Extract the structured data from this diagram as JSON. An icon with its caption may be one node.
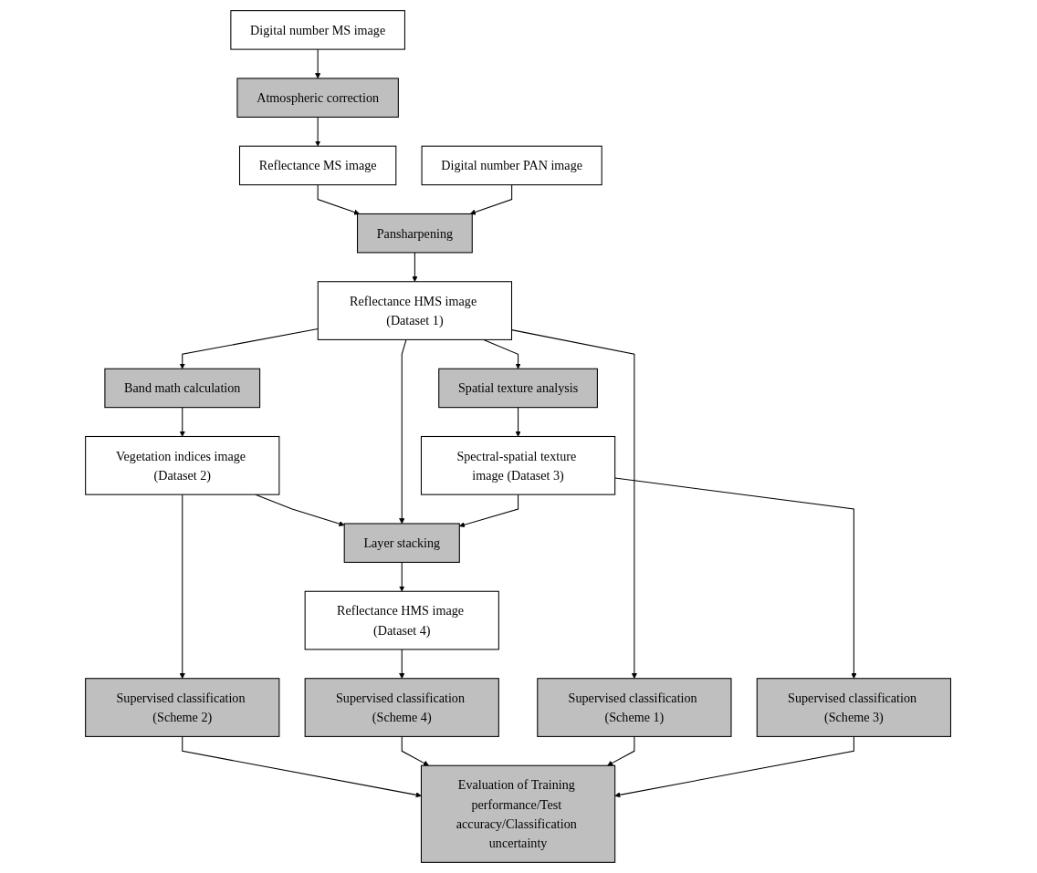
{
  "diagram": {
    "nodes": [
      {
        "text": [
          "Digital number MS image"
        ]
      },
      {
        "text": [
          "Atmospheric correction"
        ]
      },
      {
        "text": [
          "Reflectance MS image"
        ]
      },
      {
        "text": [
          "Digital number PAN image"
        ]
      },
      {
        "text": [
          "Vegetation indices image (Dataset 2)"
        ]
      },
      {
        "text": [
          "Band math calculation"
        ]
      },
      {
        "text": [
          "Reflectance HMS image (Dataset 1)"
        ]
      },
      {
        "text": [
          "Pansharpening"
        ]
      },
      {
        "text": [
          "Layer stacking"
        ]
      },
      {
        "text": [
          "Spatial texture analysis"
        ]
      },
      {
        "text": [
          "Reflectance HMS image (Dataset 4)"
        ]
      },
      {
        "text": [
          "Spectral-spatial texture image (Dataset 3)"
        ]
      },
      {
        "text": [
          "Supervised classification (Scheme 2)"
        ]
      },
      {
        "text": [
          "Supervised classification (Scheme 4)"
        ]
      },
      {
        "text": [
          "Supervised classification (Scheme 1)"
        ]
      },
      {
        "text": [
          "Supervised classification (Scheme 3)"
        ]
      },
      {
        "text": [
          "Evaluation of Training performance/Test accuracy/Classification uncertainty"
        ]
      }
    ],
    "edges": [
      {
        "from": 0,
        "to": 1,
        "arrow": "to"
      },
      {
        "from": 1,
        "to": 2,
        "arrow": "to"
      },
      {
        "from": 2,
        "to": 7,
        "arrow": "to"
      },
      {
        "from": 3,
        "to": 7,
        "arrow": "to"
      },
      {
        "from": 7,
        "to": 6,
        "arrow": "to"
      },
      {
        "from": 6,
        "to": 5,
        "arrow": "to"
      },
      {
        "from": 5,
        "to": 4,
        "arrow": "to"
      },
      {
        "from": 4,
        "to": 8,
        "arrow": "to"
      },
      {
        "from": 6,
        "to": 8,
        "arrow": "to"
      },
      {
        "from": 6,
        "to": 9,
        "arrow": "to"
      },
      {
        "from": 11,
        "to": 8,
        "arrow": "to"
      },
      {
        "from": 9,
        "to": 11,
        "arrow": "to"
      },
      {
        "from": 8,
        "to": 10,
        "arrow": "to"
      },
      {
        "from": 4,
        "to": 12,
        "arrow": "to"
      },
      {
        "from": 10,
        "to": 13,
        "arrow": "to"
      },
      {
        "from": 6,
        "to": 14,
        "arrow": "to"
      },
      {
        "from": 11,
        "to": 15,
        "arrow": "to"
      },
      {
        "from": 12,
        "to": 16,
        "arrow": "to"
      },
      {
        "from": 13,
        "to": 16,
        "arrow": "to"
      },
      {
        "from": 14,
        "to": 16,
        "arrow": "to"
      },
      {
        "from": 15,
        "to": 16,
        "arrow": "to"
      }
    ]
  }
}
